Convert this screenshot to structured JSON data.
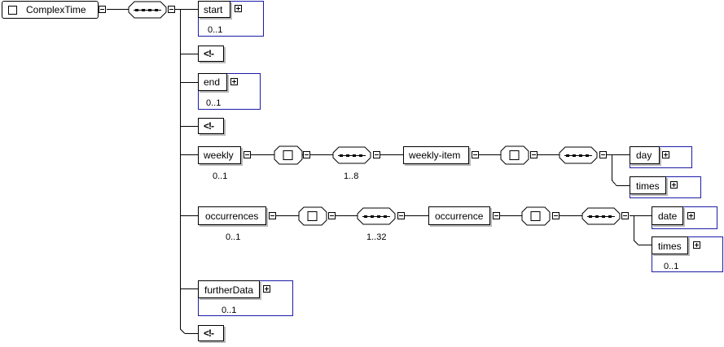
{
  "root": {
    "label": "ComplexTime"
  },
  "elements": {
    "start": {
      "label": "start",
      "cardinality": "0..1"
    },
    "end": {
      "label": "end",
      "cardinality": "0..1"
    },
    "weekly": {
      "label": "weekly",
      "cardinality": "0..1"
    },
    "weekly_sequence": {
      "cardinality": "1..8"
    },
    "weekly_item": {
      "label": "weekly-item"
    },
    "day": {
      "label": "day"
    },
    "times_weekly": {
      "label": "times"
    },
    "occurrences": {
      "label": "occurrences",
      "cardinality": "0..1"
    },
    "occurrences_sequence": {
      "cardinality": "1..32"
    },
    "occurrence": {
      "label": "occurrence"
    },
    "date": {
      "label": "date"
    },
    "times_occ": {
      "label": "times",
      "cardinality": "0..1"
    },
    "furtherData": {
      "label": "furtherData",
      "cardinality": "0..1"
    }
  },
  "comments": [
    {
      "label": "<!-"
    },
    {
      "label": "<!-"
    },
    {
      "label": "<!-"
    }
  ],
  "icons": {
    "expand": "plus-icon",
    "collapse": "minus-icon",
    "choice": "choice-compositor-icon",
    "sequence": "sequence-compositor-icon"
  },
  "colors": {
    "frame": "#1c1ca8",
    "line": "#000000",
    "shadow": "#b8b8b8"
  }
}
